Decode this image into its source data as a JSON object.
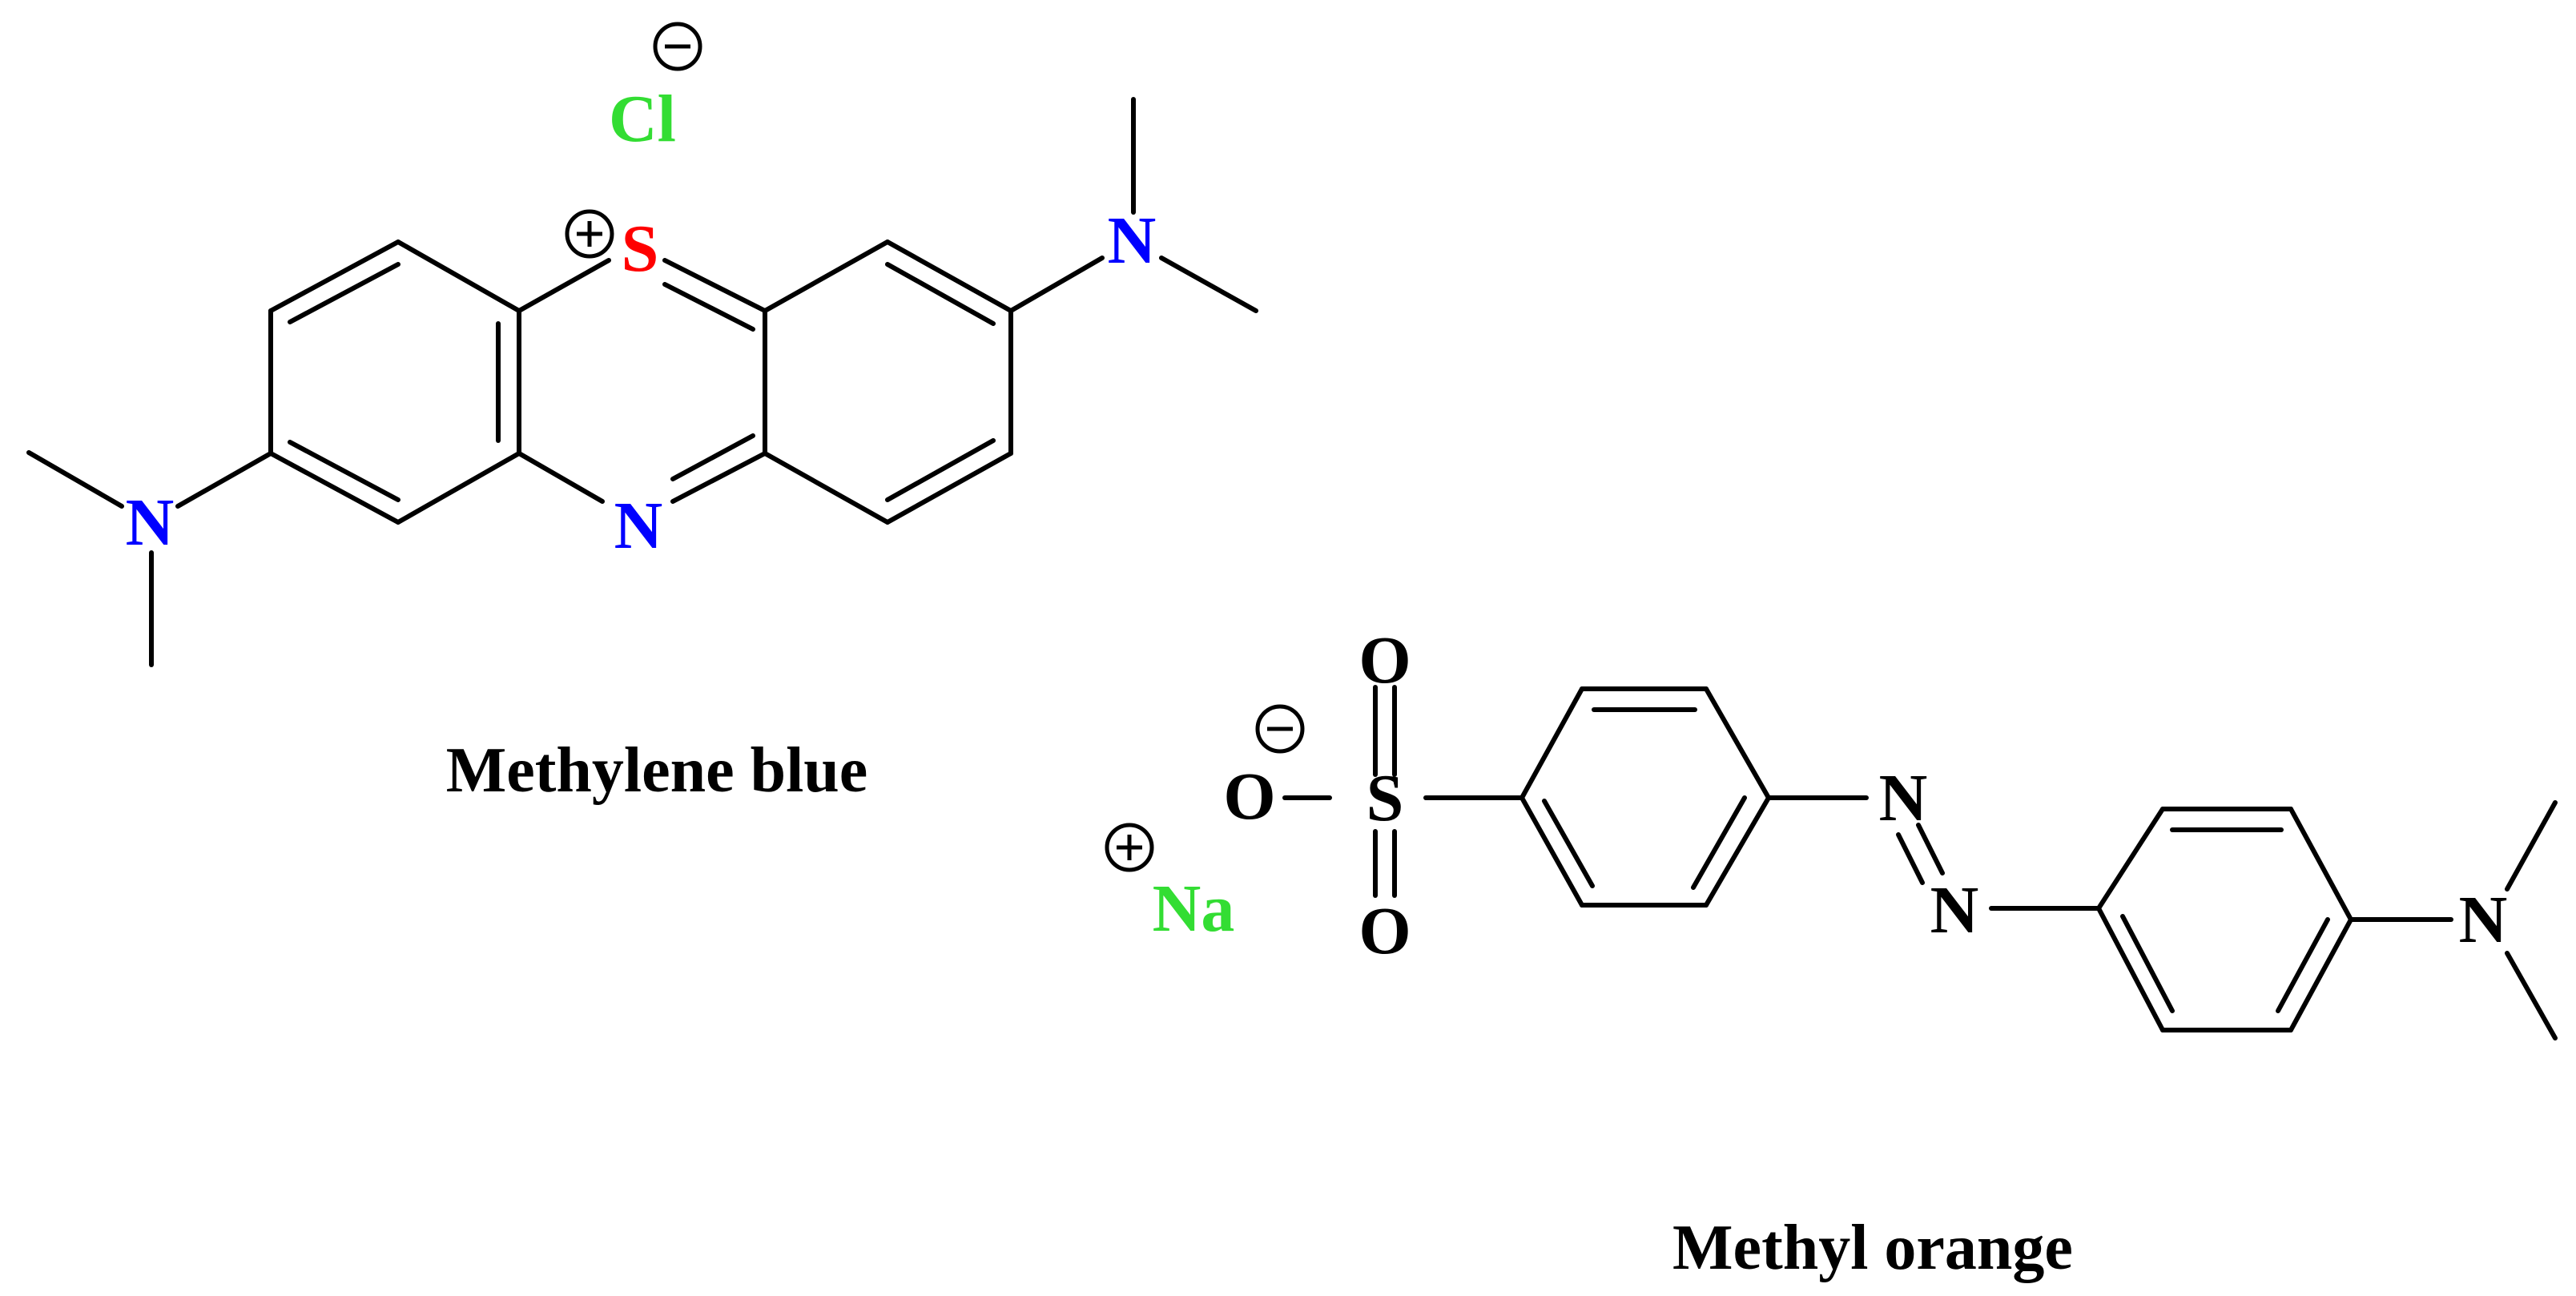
{
  "colors": {
    "bond": "#000000",
    "nitrogen_mb": "#0000ff",
    "sulfur_mb": "#ff0000",
    "chloride": "#33dd33",
    "sodium": "#33dd33",
    "black": "#000000"
  },
  "methylene_blue": {
    "caption": "Methylene blue",
    "atoms": {
      "counter_ion": "Cl",
      "ring_sulfur": "S",
      "ring_nitrogen": "N",
      "left_amine": "N",
      "right_amine": "N"
    },
    "charges": {
      "counter_ion": "negative",
      "ring_sulfur": "positive"
    }
  },
  "methyl_orange": {
    "caption": "Methyl orange",
    "atoms": {
      "counter_ion": "Na",
      "sulfonate_o_top": "O",
      "sulfonate_o_left": "O",
      "sulfonate_o_bottom": "O",
      "sulfonate_s": "S",
      "azo_n1": "N",
      "azo_n2": "N",
      "amine": "N"
    },
    "charges": {
      "counter_ion": "positive",
      "sulfonate_o_left": "negative"
    }
  }
}
